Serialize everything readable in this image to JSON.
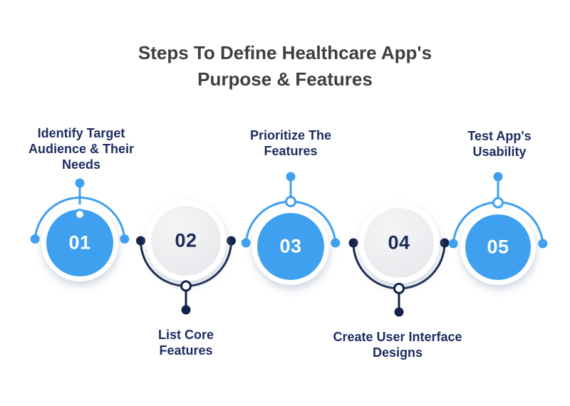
{
  "title": {
    "text": "Steps To Define Healthcare App's\nPurpose & Features"
  },
  "steps": [
    {
      "number": "01",
      "label": "Identify Target\nAudience & Their\nNeeds",
      "variant": "blue",
      "label_position": "above"
    },
    {
      "number": "02",
      "label": "List Core\nFeatures",
      "variant": "gray",
      "label_position": "below"
    },
    {
      "number": "03",
      "label": "Prioritize The\nFeatures",
      "variant": "blue",
      "label_position": "above"
    },
    {
      "number": "04",
      "label": "Create User Interface\nDesigns",
      "variant": "gray",
      "label_position": "below"
    },
    {
      "number": "05",
      "label": "Test App's\nUsability",
      "variant": "blue",
      "label_position": "above"
    }
  ],
  "colors": {
    "accent_blue": "#3FA0F0",
    "dark_navy": "#14224A",
    "label_navy": "#1D2C5F",
    "title_gray": "#3F3F41",
    "circle_gray": "#EDEEF0",
    "number_on_gray": "#1B2A55",
    "number_on_blue": "#FFFFFF",
    "background": "#FFFFFF"
  }
}
